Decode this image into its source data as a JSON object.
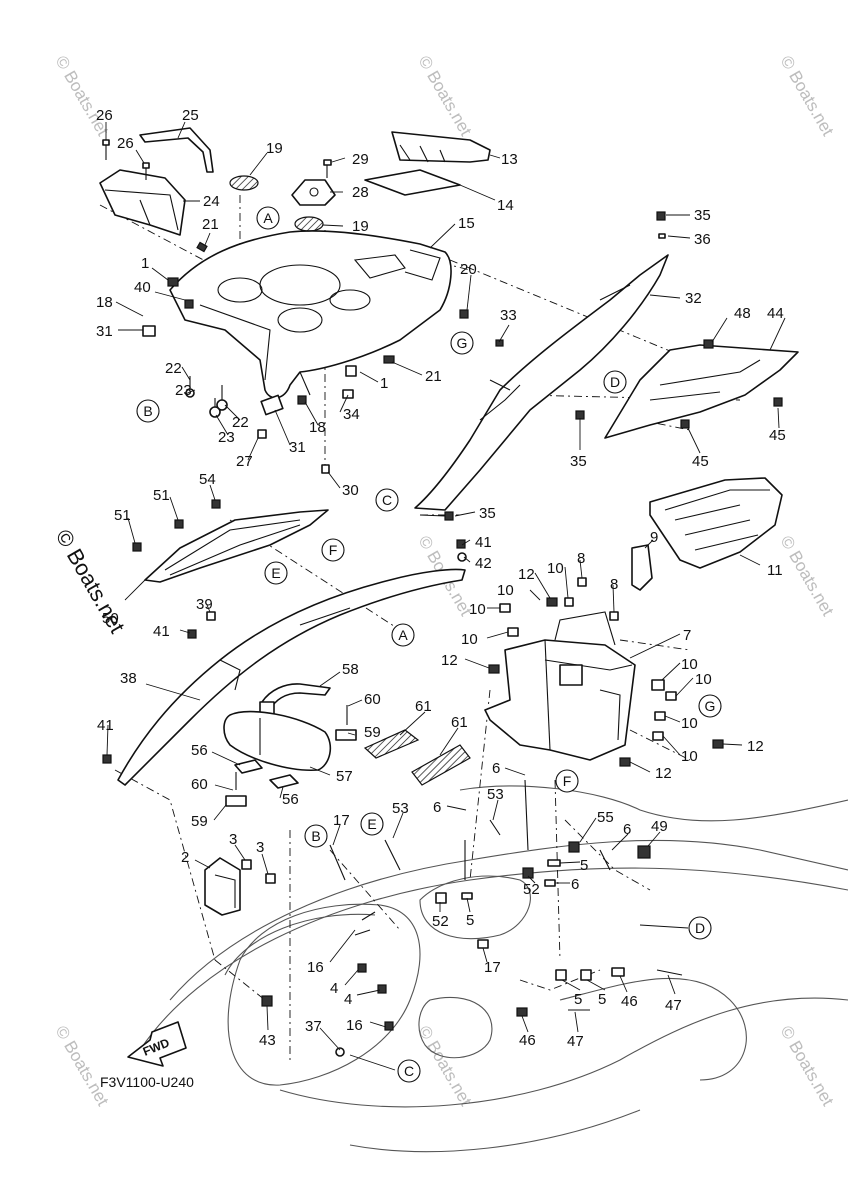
{
  "diagram_code": "F3V1100-U240",
  "fwd_label": "FWD",
  "watermark_main": "© Boats.net",
  "watermark_faint": "© Boats.net",
  "callouts": [
    {
      "label": "26"
    },
    {
      "label": "25"
    },
    {
      "label": "26"
    },
    {
      "label": "24"
    },
    {
      "label": "19"
    },
    {
      "label": "29"
    },
    {
      "label": "28"
    },
    {
      "label": "19"
    },
    {
      "label": "13"
    },
    {
      "label": "14"
    },
    {
      "label": "21"
    },
    {
      "label": "15"
    },
    {
      "label": "1"
    },
    {
      "label": "40"
    },
    {
      "label": "18"
    },
    {
      "label": "31"
    },
    {
      "label": "22"
    },
    {
      "label": "23"
    },
    {
      "label": "22"
    },
    {
      "label": "23"
    },
    {
      "label": "27"
    },
    {
      "label": "31"
    },
    {
      "label": "18"
    },
    {
      "label": "34"
    },
    {
      "label": "1"
    },
    {
      "label": "21"
    },
    {
      "label": "20"
    },
    {
      "label": "30"
    },
    {
      "label": "35"
    },
    {
      "label": "36"
    },
    {
      "label": "32"
    },
    {
      "label": "33"
    },
    {
      "label": "48"
    },
    {
      "label": "44"
    },
    {
      "label": "35"
    },
    {
      "label": "45"
    },
    {
      "label": "45"
    },
    {
      "label": "35"
    },
    {
      "label": "54"
    },
    {
      "label": "51"
    },
    {
      "label": "51"
    },
    {
      "label": "41"
    },
    {
      "label": "42"
    },
    {
      "label": "9"
    },
    {
      "label": "11"
    },
    {
      "label": "50"
    },
    {
      "label": "39"
    },
    {
      "label": "41"
    },
    {
      "label": "12"
    },
    {
      "label": "10"
    },
    {
      "label": "8"
    },
    {
      "label": "10"
    },
    {
      "label": "8"
    },
    {
      "label": "10"
    },
    {
      "label": "10"
    },
    {
      "label": "7"
    },
    {
      "label": "12"
    },
    {
      "label": "10"
    },
    {
      "label": "10"
    },
    {
      "label": "10"
    },
    {
      "label": "12"
    },
    {
      "label": "10"
    },
    {
      "label": "12"
    },
    {
      "label": "38"
    },
    {
      "label": "58"
    },
    {
      "label": "60"
    },
    {
      "label": "59"
    },
    {
      "label": "61"
    },
    {
      "label": "61"
    },
    {
      "label": "41"
    },
    {
      "label": "56"
    },
    {
      "label": "57"
    },
    {
      "label": "60"
    },
    {
      "label": "56"
    },
    {
      "label": "59"
    },
    {
      "label": "6"
    },
    {
      "label": "6"
    },
    {
      "label": "53"
    },
    {
      "label": "17"
    },
    {
      "label": "53"
    },
    {
      "label": "55"
    },
    {
      "label": "6"
    },
    {
      "label": "49"
    },
    {
      "label": "3"
    },
    {
      "label": "3"
    },
    {
      "label": "2"
    },
    {
      "label": "5"
    },
    {
      "label": "52"
    },
    {
      "label": "6"
    },
    {
      "label": "52"
    },
    {
      "label": "5"
    },
    {
      "label": "17"
    },
    {
      "label": "16"
    },
    {
      "label": "4"
    },
    {
      "label": "4"
    },
    {
      "label": "16"
    },
    {
      "label": "43"
    },
    {
      "label": "37"
    },
    {
      "label": "5"
    },
    {
      "label": "5"
    },
    {
      "label": "46"
    },
    {
      "label": "47"
    },
    {
      "label": "46"
    },
    {
      "label": "47"
    }
  ],
  "reference_letters": [
    {
      "letter": "A"
    },
    {
      "letter": "B"
    },
    {
      "letter": "G"
    },
    {
      "letter": "D"
    },
    {
      "letter": "C"
    },
    {
      "letter": "F"
    },
    {
      "letter": "E"
    },
    {
      "letter": "A"
    },
    {
      "letter": "G"
    },
    {
      "letter": "F"
    },
    {
      "letter": "B"
    },
    {
      "letter": "E"
    },
    {
      "letter": "D"
    },
    {
      "letter": "C"
    }
  ]
}
